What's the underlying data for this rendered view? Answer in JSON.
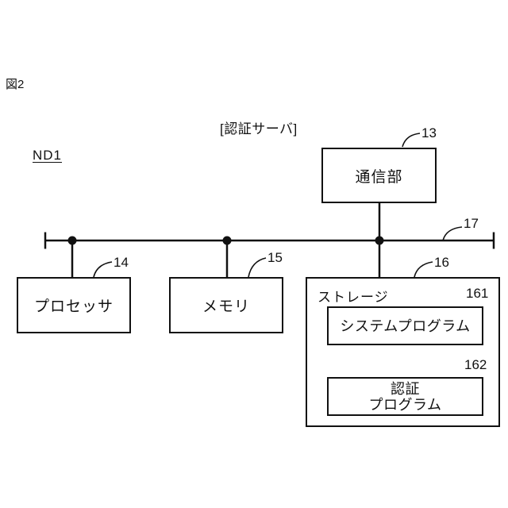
{
  "figure_label": "図2",
  "node_label": "ND1",
  "title": "[認証サーバ]",
  "boxes": {
    "comm_unit": {
      "label": "通信部",
      "ref": "13"
    },
    "processor": {
      "label": "プロセッサ",
      "ref": "14"
    },
    "memory": {
      "label": "メモリ",
      "ref": "15"
    },
    "storage": {
      "label": "ストレージ",
      "ref": "16"
    },
    "system_program": {
      "label": "システムプログラム",
      "ref": "161"
    },
    "auth_program": {
      "line1": "認証",
      "line2": "プログラム",
      "ref": "162"
    }
  },
  "bus": {
    "ref": "17"
  },
  "colors": {
    "line": "#111111",
    "background": "#ffffff"
  }
}
